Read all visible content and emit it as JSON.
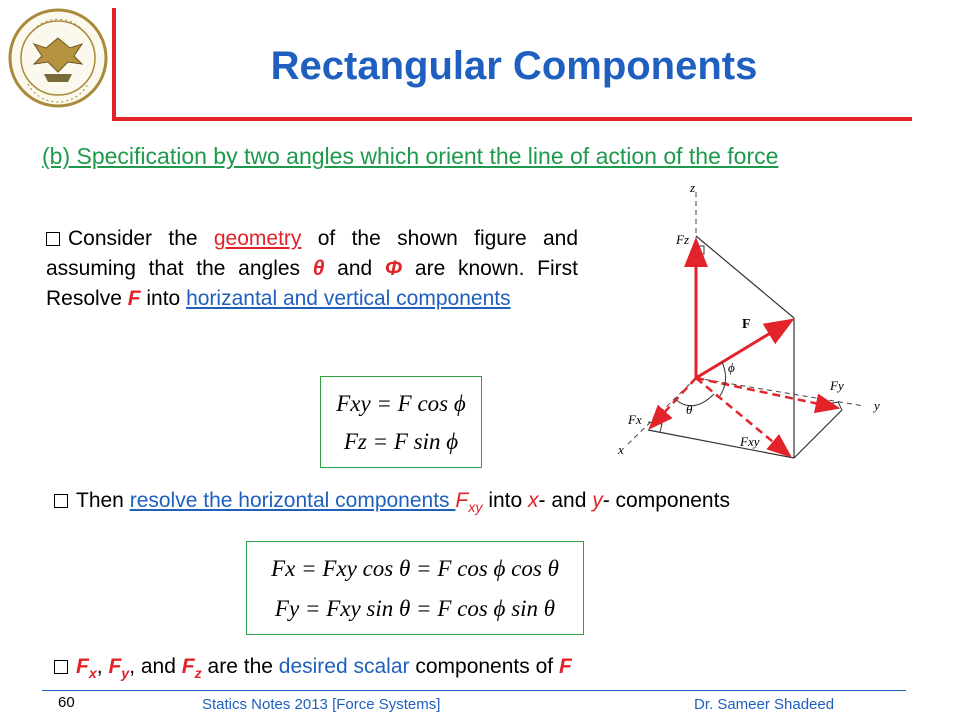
{
  "slide": {
    "title": "Rectangular Components",
    "subheading": "(b) Specification by two angles which orient the line of action of the force",
    "para1": {
      "t1": "Consider the ",
      "t2": "geometry",
      "t3": " of the shown figure and assuming that the angles ",
      "theta": "θ",
      "t4": " and ",
      "phi": "Φ",
      "t5": " are known. First Resolve ",
      "F": "F",
      "t6": " into ",
      "t7": "horizantal and vertical components"
    },
    "eq1": {
      "line1": "Fxy = F cos ϕ",
      "line2": "Fz = F sin ϕ"
    },
    "para2": {
      "t1": "Then ",
      "t2": "resolve the horizontal components ",
      "Fsym": "F",
      "Fsub": "xy",
      "t3": " into ",
      "x": "x",
      "t4": "- and ",
      "y": "y",
      "t5": "- components"
    },
    "eq2": {
      "line1": "Fx = Fxy cos θ = F cos ϕ cos θ",
      "line2": "Fy = Fxy sin θ = F cos ϕ sin θ"
    },
    "para3": {
      "F1": "F",
      "s1": "x",
      "c1": ", ",
      "F2": "F",
      "s2": "y",
      "c2": ", and ",
      "F3": "F",
      "s3": "z",
      "t1": " are the ",
      "t2": "desired scalar",
      "t3": " components of ",
      "F4": "F"
    },
    "figure": {
      "z": "z",
      "y": "y",
      "x": "x",
      "F": "F",
      "Fz": "Fz",
      "Fy": "Fy",
      "Fx": "Fx",
      "Fxy": "Fxy",
      "phi": "ϕ",
      "theta": "θ"
    },
    "footer": {
      "page": "60",
      "center": "Statics Notes 2013 [Force Systems]",
      "right": "Dr. Sameer Shadeed"
    },
    "colors": {
      "accent": "#e2242a",
      "title": "#1f5fbf",
      "subhead": "#1e9a4c",
      "box": "#2e9e43"
    }
  }
}
